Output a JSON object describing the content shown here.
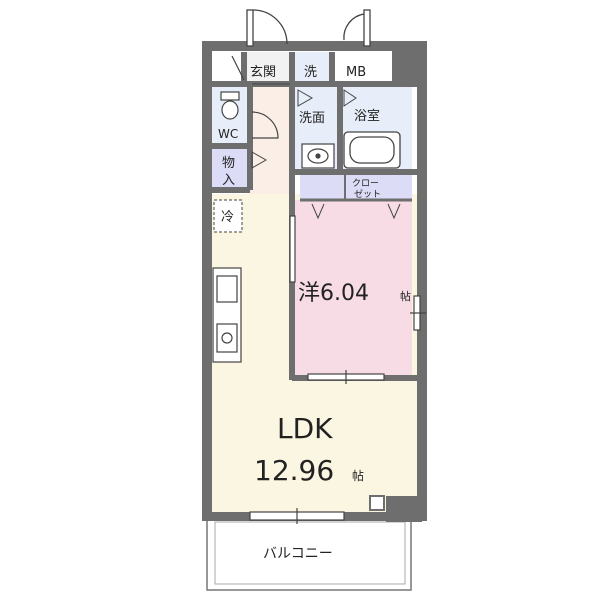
{
  "rooms": {
    "genkan": "玄関",
    "sentaku": "洗",
    "mb": "MB",
    "senmen": "洗面",
    "yokushitsu": "浴室",
    "wc": "WC",
    "mono": "物",
    "mono2": "入",
    "closet1": "クロー",
    "closet2": "ゼット",
    "rei": "冷",
    "western": "洋6.04",
    "western_unit": "帖",
    "ldk": "LDK",
    "ldk_area": "12.96",
    "ldk_unit": "帖",
    "balcony": "バルコニー"
  },
  "colors": {
    "wall": "#6e6e6e",
    "ldk_floor": "#fbf6e1",
    "western_floor": "#f7dce6",
    "wet_area": "#e8eef9",
    "closet": "#dcdcf6",
    "genkan_floor": "#f2f2f2",
    "corridor": "#fbeee6"
  }
}
